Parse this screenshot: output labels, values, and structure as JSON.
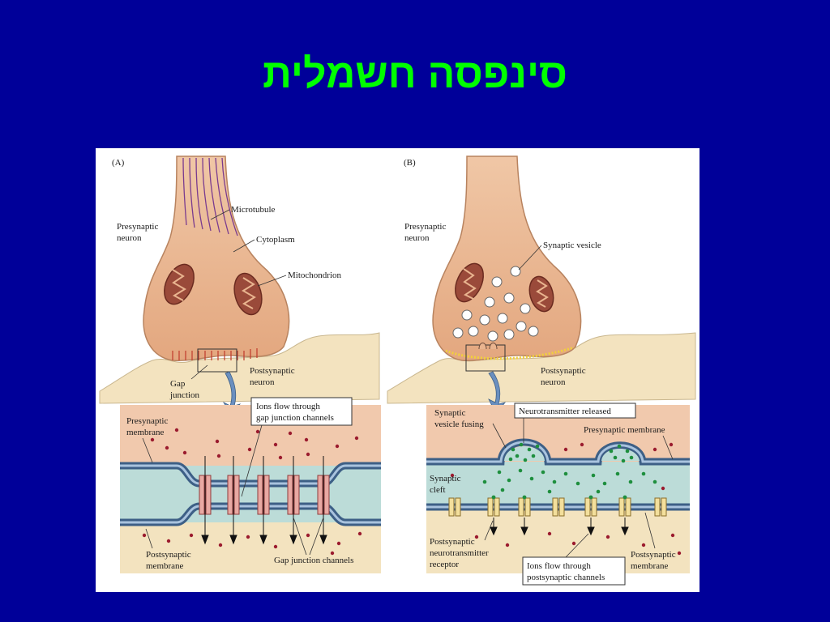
{
  "slide": {
    "title": "סינפסה חשמלית"
  },
  "panelA": {
    "letter": "(A)",
    "presynaptic_neuron": [
      "Presynaptic",
      "neuron"
    ],
    "microtubule": "Microtubule",
    "cytoplasm": "Cytoplasm",
    "mitochondrion": "Mitochondrion",
    "gap_junction": [
      "Gap",
      "junction"
    ],
    "postsynaptic_neuron": [
      "Postsynaptic",
      "neuron"
    ],
    "presynaptic_membrane": [
      "Presynaptic",
      "membrane"
    ],
    "ions_flow": [
      "Ions flow through",
      "gap junction channels"
    ],
    "postsynaptic_membrane": [
      "Postsynaptic",
      "membrane"
    ],
    "gap_junction_channels": "Gap junction channels"
  },
  "panelB": {
    "letter": "(B)",
    "presynaptic_neuron": [
      "Presynaptic",
      "neuron"
    ],
    "synaptic_vesicle": "Synaptic vesicle",
    "postsynaptic_neuron": [
      "Postsynaptic",
      "neuron"
    ],
    "vesicle_fusing": [
      "Synaptic",
      "vesicle fusing"
    ],
    "neurotransmitter_released": "Neurotransmitter released",
    "presynaptic_membrane": "Presynaptic membrane",
    "synaptic_cleft": [
      "Synaptic",
      "cleft"
    ],
    "receptor": [
      "Postsynaptic",
      "neurotransmitter",
      "receptor"
    ],
    "ions_flow": [
      "Ions flow through",
      "postsynaptic channels"
    ],
    "postsynaptic_membrane": [
      "Postsynaptic",
      "membrane"
    ]
  },
  "colors": {
    "background": "#000099",
    "title": "#00ff00",
    "cytoplasm": "#e9b48f",
    "postsynaptic": "#f3e3bf",
    "cleft": "#bcdcd8",
    "membrane": "#3d5f86",
    "ion": "#9b1b2e",
    "neurotransmitter": "#1e8f3e"
  }
}
